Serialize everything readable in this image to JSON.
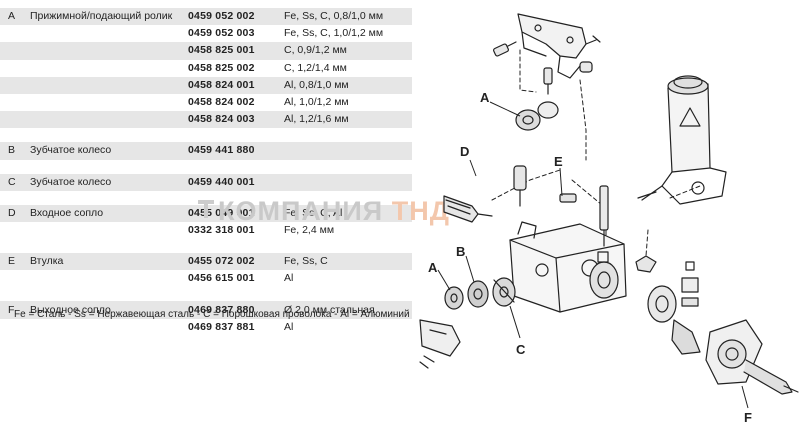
{
  "parts": [
    {
      "letter": "A",
      "name": "Прижимной/подающий ролик",
      "code": "0459 052 002",
      "desc": "Fe, Ss, C, 0,8/1,0 мм"
    },
    {
      "letter": "",
      "name": "",
      "code": "0459 052 003",
      "desc": "Fe, Ss, C, 1,0/1,2 мм"
    },
    {
      "letter": "",
      "name": "",
      "code": "0458 825 001",
      "desc": "C, 0,9/1,2 мм"
    },
    {
      "letter": "",
      "name": "",
      "code": "0458 825 002",
      "desc": "C, 1,2/1,4 мм"
    },
    {
      "letter": "",
      "name": "",
      "code": "0458 824 001",
      "desc": "Al, 0,8/1,0 мм"
    },
    {
      "letter": "",
      "name": "",
      "code": "0458 824 002",
      "desc": "Al, 1,0/1,2 мм"
    },
    {
      "letter": "",
      "name": "",
      "code": "0458 824 003",
      "desc": "Al, 1,2/1,6 мм"
    },
    {
      "letter": "B",
      "name": "Зубчатое колесо",
      "code": "0459 441 880",
      "desc": ""
    },
    {
      "letter": "C",
      "name": "Зубчатое колесо",
      "code": "0459 440 001",
      "desc": ""
    },
    {
      "letter": "D",
      "name": "Входное сопло",
      "code": "0455 049 001",
      "desc": "Fe, Ss, C, Al"
    },
    {
      "letter": "",
      "name": "",
      "code": "0332 318 001",
      "desc": "Fe, 2,4 мм"
    },
    {
      "letter": "E",
      "name": "Втулка",
      "code": "0455 072 002",
      "desc": "Fe, Ss, C"
    },
    {
      "letter": "",
      "name": "",
      "code": "0456 615 001",
      "desc": "Al"
    },
    {
      "letter": "F",
      "name": "Выходное сопло",
      "code": "0469 837 880",
      "desc": "Ø 2,0 мм стальная"
    },
    {
      "letter": "",
      "name": "",
      "code": "0469 837 881",
      "desc": "Al"
    }
  ],
  "legend": "Fe = Сталь - Ss = Нержавеющая сталь - C = Порошковая проволока - Al = Алюминий",
  "watermark": {
    "main": "КОМПАНИЯ",
    "accent": "ТНД"
  },
  "diagram_labels": {
    "A1": "A",
    "A2": "A",
    "B": "B",
    "C": "C",
    "D": "D",
    "E": "E",
    "F": "F"
  }
}
